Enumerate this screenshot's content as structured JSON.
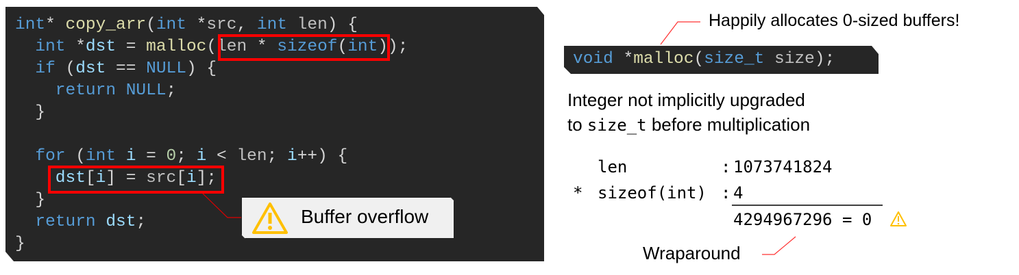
{
  "code": {
    "lines": [
      [
        {
          "t": "int",
          "c": "kw"
        },
        {
          "t": "* ",
          "c": "pl"
        },
        {
          "t": "copy_arr",
          "c": "fn"
        },
        {
          "t": "(",
          "c": "pl"
        },
        {
          "t": "int",
          "c": "kw"
        },
        {
          "t": " *",
          "c": "pl"
        },
        {
          "t": "src",
          "c": "gr"
        },
        {
          "t": ", ",
          "c": "pl"
        },
        {
          "t": "int",
          "c": "kw"
        },
        {
          "t": " len",
          "c": "gr"
        },
        {
          "t": ") {",
          "c": "pl"
        }
      ],
      [
        {
          "t": "  int",
          "c": "kw"
        },
        {
          "t": " *",
          "c": "pl"
        },
        {
          "t": "dst",
          "c": "var"
        },
        {
          "t": " = ",
          "c": "pl"
        },
        {
          "t": "malloc",
          "c": "fn"
        },
        {
          "t": "(",
          "c": "pl"
        },
        {
          "t": "len",
          "c": "gr"
        },
        {
          "t": " * ",
          "c": "pl"
        },
        {
          "t": "sizeof",
          "c": "kw"
        },
        {
          "t": "(",
          "c": "pl"
        },
        {
          "t": "int",
          "c": "kw"
        },
        {
          "t": "));",
          "c": "pl"
        }
      ],
      [
        {
          "t": "  if",
          "c": "kw"
        },
        {
          "t": " (",
          "c": "pl"
        },
        {
          "t": "dst",
          "c": "var"
        },
        {
          "t": " == ",
          "c": "pl"
        },
        {
          "t": "NULL",
          "c": "kw"
        },
        {
          "t": ") {",
          "c": "pl"
        }
      ],
      [
        {
          "t": "    return",
          "c": "kw"
        },
        {
          "t": " ",
          "c": "pl"
        },
        {
          "t": "NULL",
          "c": "kw"
        },
        {
          "t": ";",
          "c": "pl"
        }
      ],
      [
        {
          "t": "  }",
          "c": "pl"
        }
      ],
      [],
      [
        {
          "t": "  for",
          "c": "kw"
        },
        {
          "t": " (",
          "c": "pl"
        },
        {
          "t": "int",
          "c": "kw"
        },
        {
          "t": " ",
          "c": "pl"
        },
        {
          "t": "i",
          "c": "var"
        },
        {
          "t": " = ",
          "c": "pl"
        },
        {
          "t": "0",
          "c": "num"
        },
        {
          "t": "; ",
          "c": "pl"
        },
        {
          "t": "i",
          "c": "var"
        },
        {
          "t": " < ",
          "c": "pl"
        },
        {
          "t": "len",
          "c": "gr"
        },
        {
          "t": "; ",
          "c": "pl"
        },
        {
          "t": "i",
          "c": "var"
        },
        {
          "t": "++) {",
          "c": "pl"
        }
      ],
      [
        {
          "t": "    dst",
          "c": "var"
        },
        {
          "t": "[",
          "c": "pl"
        },
        {
          "t": "i",
          "c": "var"
        },
        {
          "t": "] = ",
          "c": "pl"
        },
        {
          "t": "src",
          "c": "gr"
        },
        {
          "t": "[",
          "c": "pl"
        },
        {
          "t": "i",
          "c": "var"
        },
        {
          "t": "];",
          "c": "pl"
        }
      ],
      [
        {
          "t": "  }",
          "c": "pl"
        }
      ],
      [
        {
          "t": "  return",
          "c": "kw"
        },
        {
          "t": " ",
          "c": "pl"
        },
        {
          "t": "dst",
          "c": "var"
        },
        {
          "t": ";",
          "c": "pl"
        }
      ],
      [
        {
          "t": "}",
          "c": "pl"
        }
      ]
    ]
  },
  "signature": [
    {
      "t": "void",
      "c": "kw"
    },
    {
      "t": " *",
      "c": "pl"
    },
    {
      "t": "malloc",
      "c": "fn"
    },
    {
      "t": "(",
      "c": "pl"
    },
    {
      "t": "size_t",
      "c": "kw"
    },
    {
      "t": " size",
      "c": "gr"
    },
    {
      "t": ");",
      "c": "pl"
    }
  ],
  "annotations": {
    "buffer_overflow": "Buffer overflow",
    "happily": "Happily allocates 0-sized buffers!",
    "integer_line1": "Integer not implicitly upgraded",
    "integer_line2_pre": "to ",
    "integer_line2_code": "size_t",
    "integer_line2_post": " before multiplication",
    "wraparound": "Wraparound"
  },
  "calculation": {
    "row1_label": "len",
    "row1_value": "1073741824",
    "operator": "*",
    "row2_label": "sizeof(int)",
    "row2_value": "4",
    "colon": ":",
    "result": "4294967296 = 0"
  },
  "colors": {
    "highlight": "#ff0000",
    "warning": "#ffc000",
    "code_bg": "#262626"
  }
}
